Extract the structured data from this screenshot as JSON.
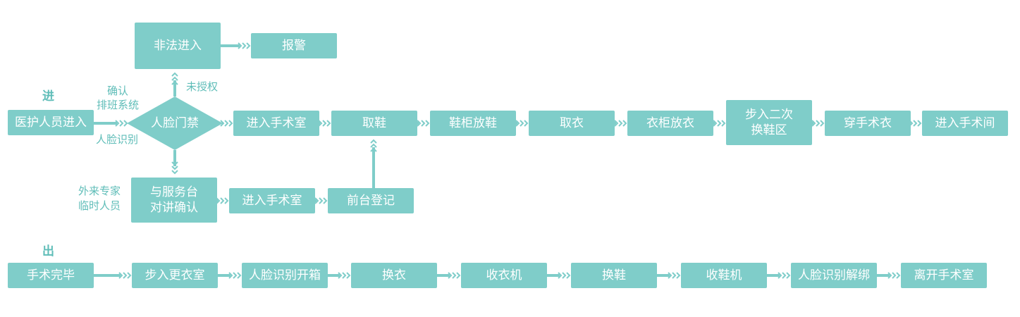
{
  "sections": {
    "enter": "进",
    "exit": "出"
  },
  "entry": {
    "start": "医护人员进入",
    "gate": "人脸门禁",
    "illegal": "非法进入",
    "alarm": "报警",
    "unauthorized": "未授权",
    "confirm_line1": "确认",
    "confirm_line2": "排班系统",
    "face_recognition": "人脸识别",
    "steps": [
      "进入手术室",
      "取鞋",
      "鞋柜放鞋",
      "取衣",
      "衣柜放衣",
      "步入二次换鞋区",
      "穿手术衣",
      "进入手术间"
    ],
    "second_change_line1": "步入二次",
    "second_change_line2": "换鞋区",
    "intercom_line1": "与服务台",
    "intercom_line2": "对讲确认",
    "visitor_line1": "外来专家",
    "visitor_line2": "临时人员",
    "visitor_enter": "进入手术室",
    "front_desk": "前台登记"
  },
  "exit": {
    "steps": [
      "手术完毕",
      "步入更衣室",
      "人脸识别开箱",
      "换衣",
      "收衣机",
      "换鞋",
      "收鞋机",
      "人脸识别解绑",
      "离开手术室"
    ]
  },
  "colors": {
    "node": "#7fcdc9",
    "text": "#ffffff",
    "label": "#5fbdb8",
    "arrow": "#7fcdc9"
  }
}
